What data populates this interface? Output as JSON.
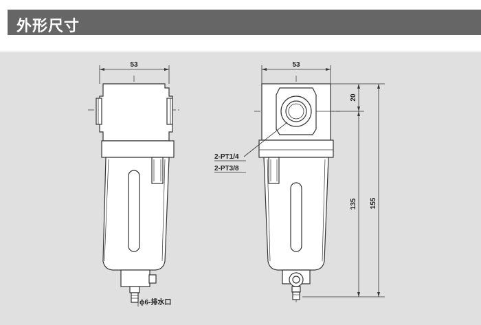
{
  "header": {
    "title": "外形尺寸"
  },
  "front_view": {
    "width_dim": "53",
    "drain_label": "ϕ6-排水口"
  },
  "side_view": {
    "width_dim": "53",
    "port_label_1": "2-PT1/4",
    "port_label_2": "2-PT3/8",
    "dim_top": "20",
    "dim_mid": "135",
    "dim_total": "155"
  },
  "colors": {
    "header_bg": "#666666",
    "panel_bg": "#e0e0e0",
    "line": "#333333",
    "body_fill": "#ffffff"
  }
}
